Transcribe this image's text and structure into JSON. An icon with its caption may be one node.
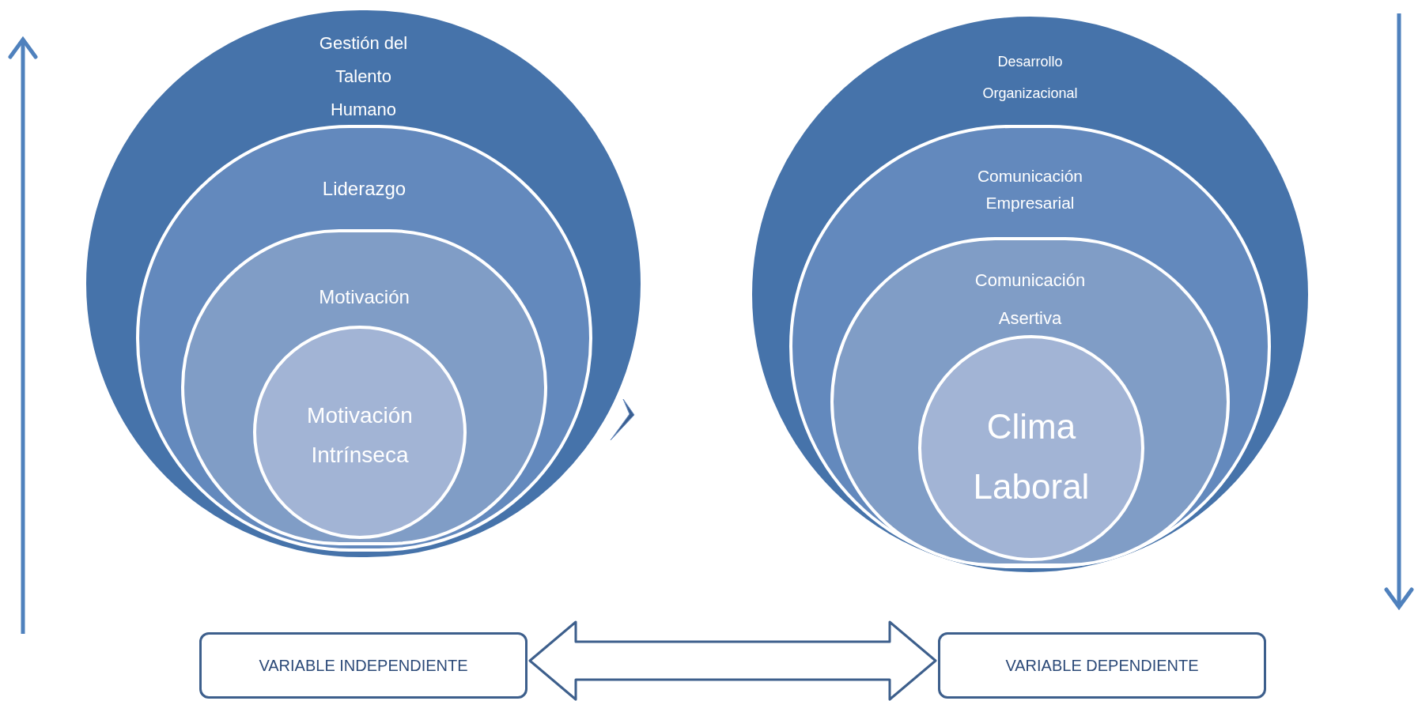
{
  "diagram": {
    "nodes": [
      {
        "text": [
          "Gestión del Talento Humano"
        ]
      },
      {
        "text": [
          "Liderazgo"
        ],
        "in": 0
      },
      {
        "text": [
          "Motivación"
        ],
        "in": 1
      },
      {
        "text": [
          "Motivación Intrínseca"
        ],
        "in": 2
      },
      {
        "text": [
          "Desarrollo Organizacional"
        ]
      },
      {
        "text": [
          "Comunicación Empresarial"
        ],
        "in": 4
      },
      {
        "text": [
          "Comunicación Asertiva"
        ],
        "in": 5
      },
      {
        "text": [
          "Clima Laboral"
        ],
        "in": 6
      },
      {
        "text": [
          "VARIABLE INDEPENDIENTE"
        ]
      },
      {
        "text": [
          "VARIABLE DEPENDIENTE"
        ]
      }
    ],
    "edges": [
      {
        "from": 8,
        "to": 9,
        "arrow": "both"
      }
    ]
  }
}
